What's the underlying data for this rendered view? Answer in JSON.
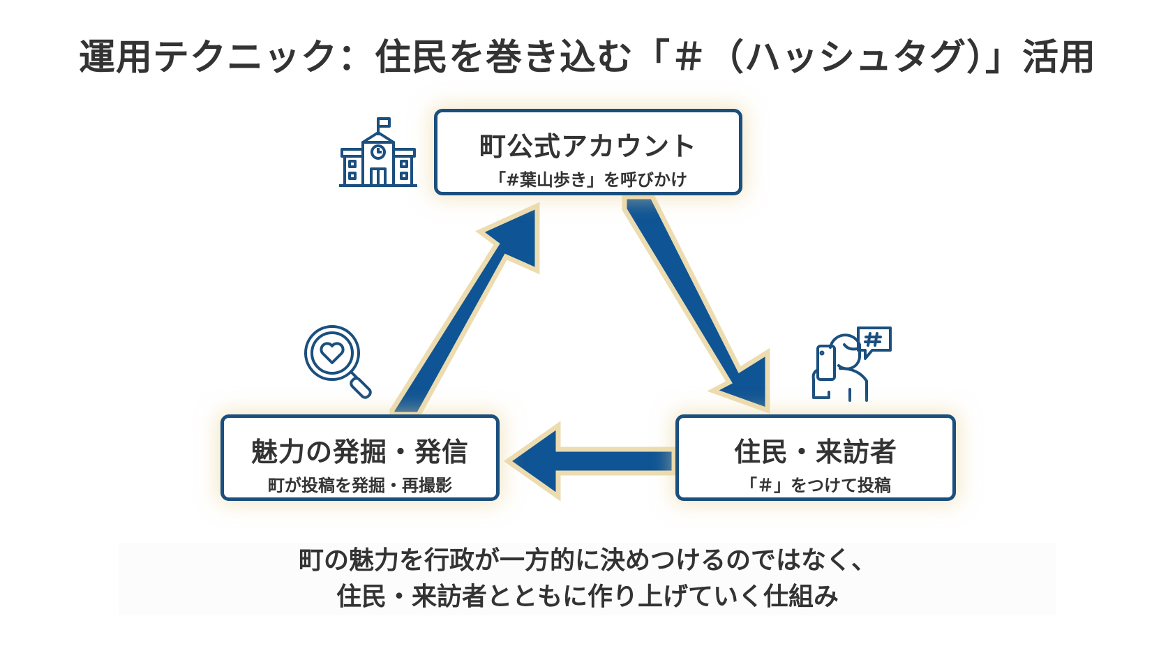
{
  "title": "運用テクニック：住民を巻き込む「＃（ハッシュタグ）」活用",
  "colors": {
    "accent": "#0f5494",
    "border": "#1b4f7e",
    "arrow_outline": "#ecdcb0",
    "text": "#333333"
  },
  "cycle": {
    "top": {
      "title": "町公式アカウント",
      "subtitle": "「#葉山歩き」を呼びかけ",
      "icon": "school-building-icon"
    },
    "right": {
      "title": "住民・来訪者",
      "subtitle": "「＃」をつけて投稿",
      "icon": "person-phone-hashtag-icon"
    },
    "left": {
      "title": "魅力の発掘・発信",
      "subtitle": "町が投稿を発掘・再撮影",
      "icon": "magnifier-heart-icon"
    },
    "flow": [
      "top → right",
      "right → left",
      "left → top"
    ]
  },
  "caption": {
    "line1": "町の魅力を行政が一方的に決めつけるのではなく、",
    "line2": "住民・来訪者とともに作り上げていく仕組み"
  }
}
